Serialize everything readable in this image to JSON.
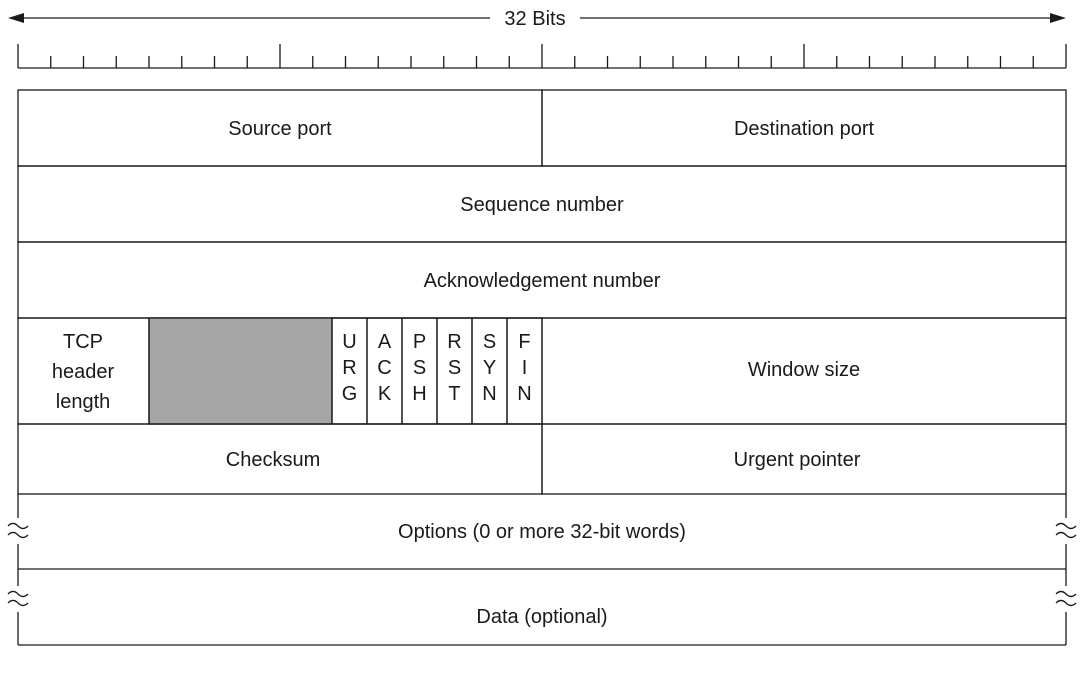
{
  "width_label": "32 Bits",
  "ruler": {
    "ticks": 32
  },
  "rows": {
    "row1": {
      "left": "Source port",
      "right": "Destination port"
    },
    "row2": {
      "label": "Sequence number"
    },
    "row3": {
      "label": "Acknowledgement number"
    },
    "row4": {
      "header_length": [
        "TCP",
        "header",
        "length"
      ],
      "flags": [
        [
          "U",
          "R",
          "G"
        ],
        [
          "A",
          "C",
          "K"
        ],
        [
          "P",
          "S",
          "H"
        ],
        [
          "R",
          "S",
          "T"
        ],
        [
          "S",
          "Y",
          "N"
        ],
        [
          "F",
          "I",
          "N"
        ]
      ],
      "window": "Window size",
      "reserved_color": "#a6a6a6"
    },
    "row5": {
      "left": "Checksum",
      "right": "Urgent pointer"
    },
    "row6": {
      "label": "Options (0 or more 32-bit words)"
    },
    "row7": {
      "label": "Data (optional)"
    }
  }
}
